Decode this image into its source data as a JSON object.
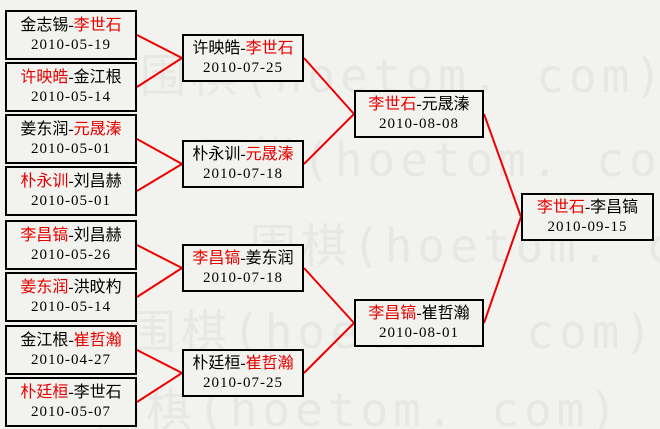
{
  "separator": "-",
  "watermark": {
    "text": "围棋(hoetom. com)",
    "color": "#e7e7e4"
  },
  "colors": {
    "background": "#f2f2ef",
    "box_border": "#000000",
    "connector": "#ee0000",
    "winner_name": "#e60000",
    "text": "#000000"
  },
  "bracket": {
    "round1": [
      {
        "left": "金志锡",
        "right": "李世石",
        "winner": "right",
        "date": "2010-05-19"
      },
      {
        "left": "许映皓",
        "right": "金江根",
        "winner": "left",
        "date": "2010-05-14"
      },
      {
        "left": "姜东润",
        "right": "元晟溱",
        "winner": "right",
        "date": "2010-05-01"
      },
      {
        "left": "朴永训",
        "right": "刘昌赫",
        "winner": "left",
        "date": "2010-05-01"
      },
      {
        "left": "李昌镐",
        "right": "刘昌赫",
        "winner": "left",
        "date": "2010-05-26"
      },
      {
        "left": "姜东润",
        "right": "洪旼杓",
        "winner": "left",
        "date": "2010-05-14"
      },
      {
        "left": "金江根",
        "right": "崔哲瀚",
        "winner": "right",
        "date": "2010-04-27"
      },
      {
        "left": "朴廷桓",
        "right": "李世石",
        "winner": "left",
        "date": "2010-05-07"
      }
    ],
    "round2": [
      {
        "left": "许映皓",
        "right": "李世石",
        "winner": "right",
        "date": "2010-07-25"
      },
      {
        "left": "朴永训",
        "right": "元晟溱",
        "winner": "right",
        "date": "2010-07-18"
      },
      {
        "left": "李昌镐",
        "right": "姜东润",
        "winner": "left",
        "date": "2010-07-18"
      },
      {
        "left": "朴廷桓",
        "right": "崔哲瀚",
        "winner": "right",
        "date": "2010-07-25"
      }
    ],
    "semifinals": [
      {
        "left": "李世石",
        "right": "元晟溱",
        "winner": "left",
        "date": "2010-08-08"
      },
      {
        "left": "李昌镐",
        "right": "崔哲瀚",
        "winner": "left",
        "date": "2010-08-01"
      }
    ],
    "final": [
      {
        "left": "李世石",
        "right": "李昌镐",
        "winner": "left",
        "date": "2010-09-15"
      }
    ]
  }
}
